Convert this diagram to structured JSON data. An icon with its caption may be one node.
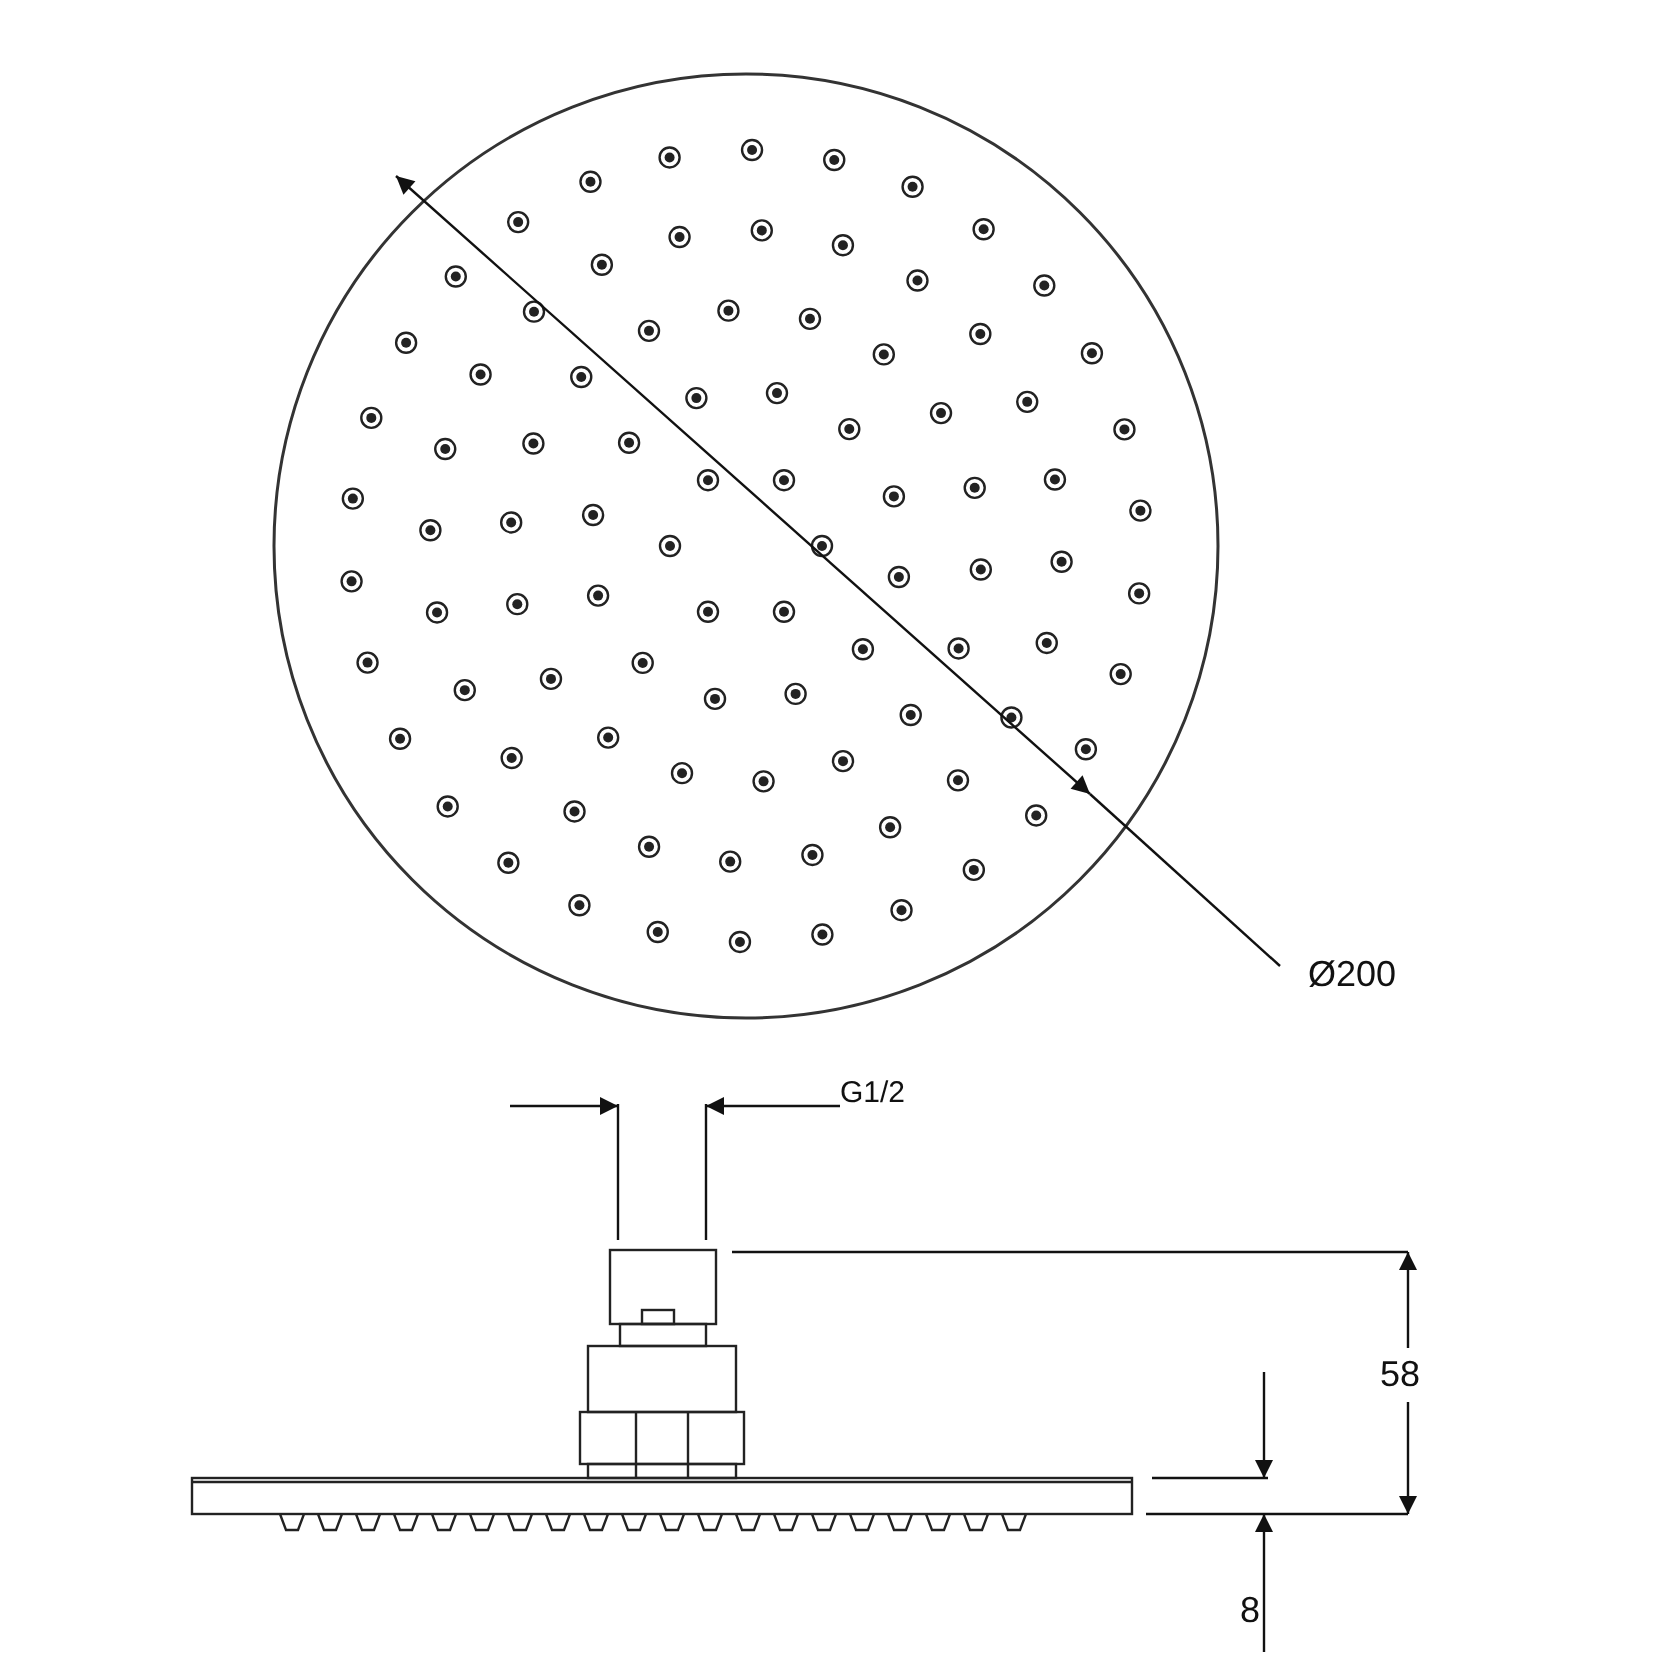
{
  "diagram": {
    "labels": [
      "Ø200",
      "G1/2",
      "58",
      "8"
    ]
  }
}
